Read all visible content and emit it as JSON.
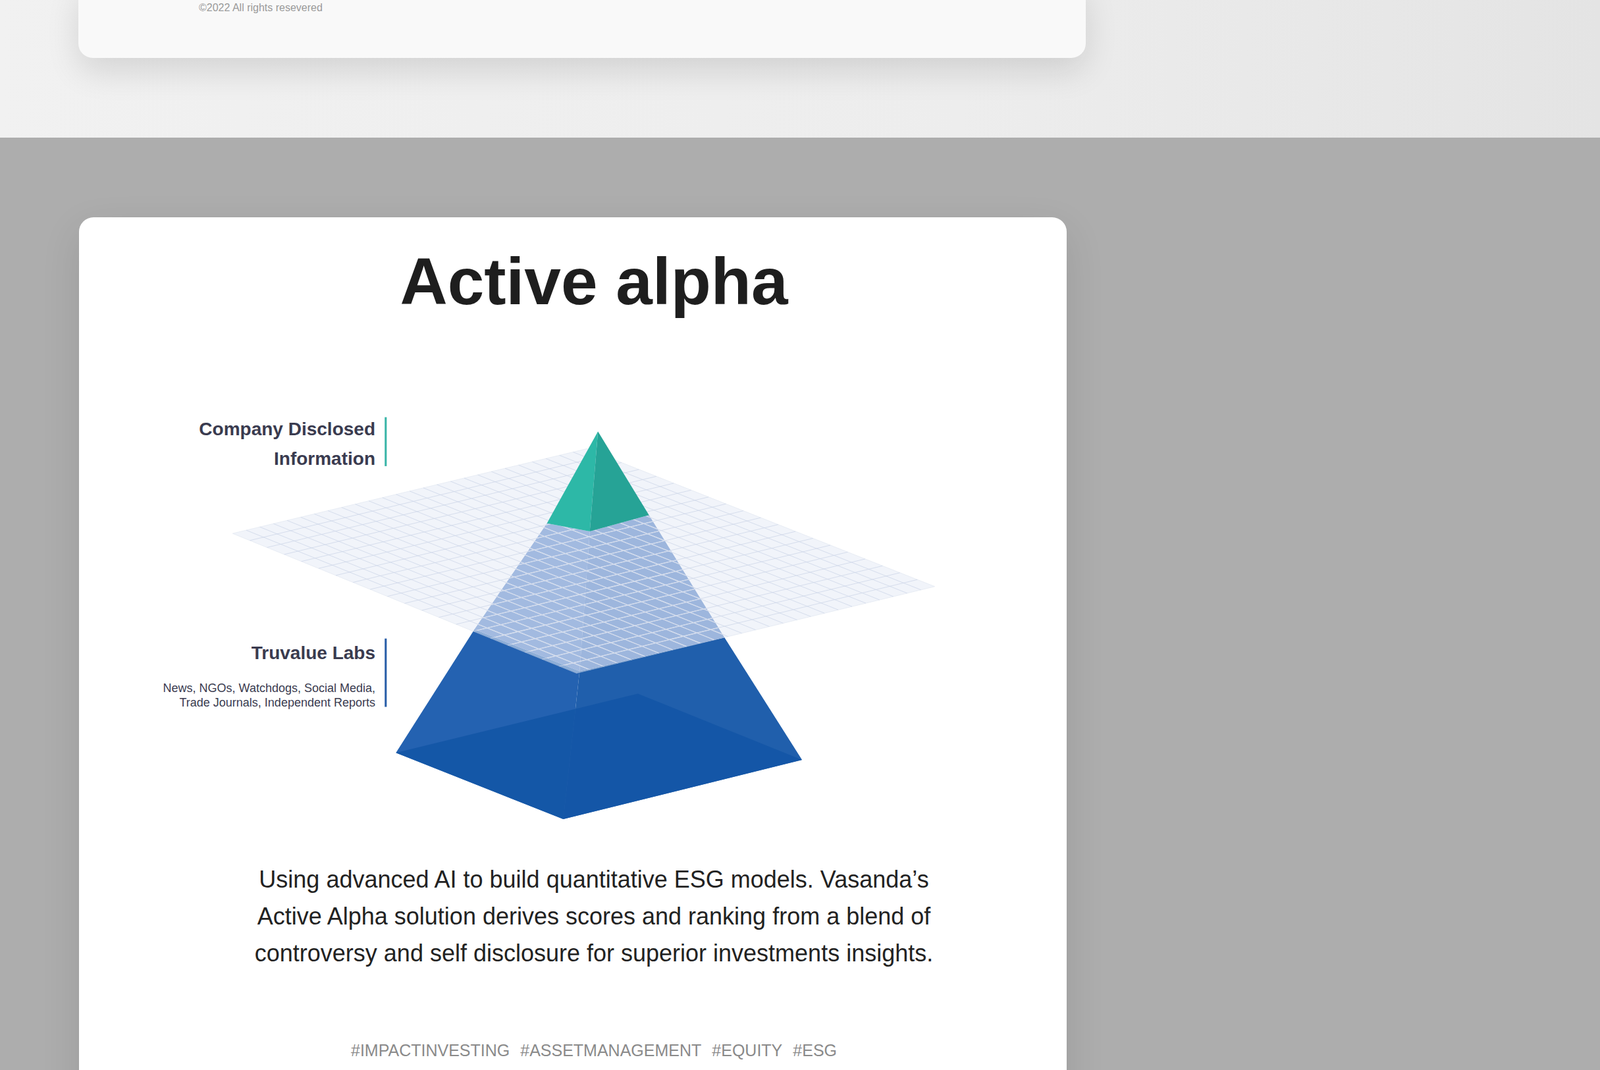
{
  "diagram": {
    "title": "Active alpha",
    "caption": "Using advanced AI to build quantitative ESG models. Vasanda’s Active Alpha solution derives scores and ranking from a blend of controversy and self disclosure for superior investments insights.",
    "labels": [
      "©2022 All rights resevered",
      "Company Disclosed Information",
      "Truvalue Labs",
      "News, NGOs, Watchdogs, Social Media, Trade Journals, Independent Reports",
      "#IMPACTINVESTING",
      "#ASSETMANAGEMENT",
      "#EQUITY",
      "#ESG"
    ]
  }
}
